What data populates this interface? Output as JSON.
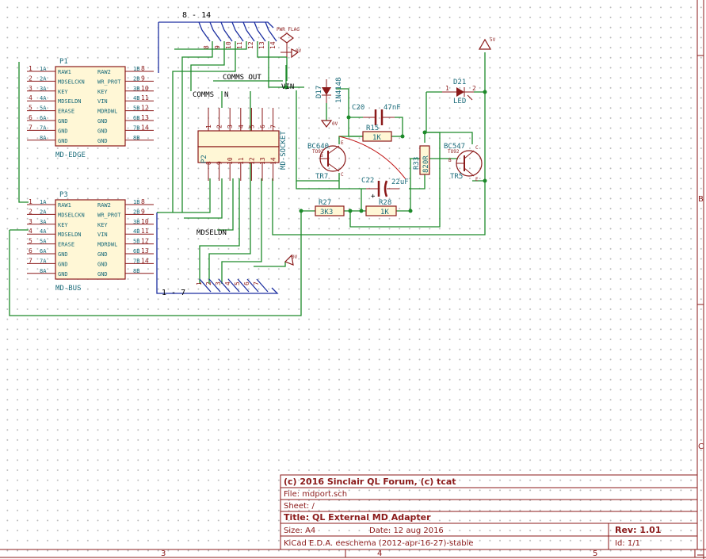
{
  "title_block": {
    "copyright": "(c) 2016 Sinclair QL Forum, (c) tcat",
    "file": "File: mdport.sch",
    "sheet": "Sheet: /",
    "title": "Title: QL External MD Adapter",
    "size": "Size: A4",
    "date": "Date: 12 aug 2016",
    "rev": "Rev: 1.01",
    "tool": "KiCad E.D.A.  eeschema (2012-apr-16-27)-stable",
    "id": "Id: 1/1"
  },
  "border": {
    "col_labels": [
      "3",
      "4",
      "5"
    ],
    "row_labels": [
      "B",
      "C"
    ]
  },
  "connectors": {
    "p1": {
      "ref": "P1",
      "value": "MD-EDGE"
    },
    "p3": {
      "ref": "P3",
      "value": "MD-BUS"
    },
    "left_pin_numbers": [
      "1",
      "2",
      "3",
      "4",
      "5",
      "6",
      "7"
    ],
    "left_pin_letters": [
      "1A",
      "2A",
      "3A",
      "4A",
      "5A",
      "6A",
      "7A",
      "8A"
    ],
    "left_pin_names": [
      "RAW1",
      "MDSELCKN",
      "KEY",
      "MDSELDN",
      "ERASE",
      "GND",
      "GND",
      "GND"
    ],
    "right_pin_names": [
      "RAW2",
      "WR_PROT",
      "KEY",
      "VIN",
      "MDRDWL",
      "GND",
      "GND",
      "GND"
    ],
    "right_pin_letters": [
      "1B",
      "2B",
      "3B",
      "4B",
      "5B",
      "6B",
      "7B",
      "8B"
    ],
    "right_pin_numbers": [
      "8",
      "9",
      "10",
      "11",
      "12",
      "13",
      "14"
    ]
  },
  "socket": {
    "ref": "P2",
    "value": "MD-SOCKET",
    "top_pins": [
      "1",
      "2",
      "3",
      "4",
      "5",
      "6",
      "7"
    ],
    "bottom_pins": [
      "8",
      "9",
      "10",
      "11",
      "12",
      "13",
      "14"
    ]
  },
  "bus_labels": {
    "upper": "8 - 14",
    "lower": "1 - 7",
    "upper_entries": [
      "8",
      "9",
      "10",
      "11",
      "12",
      "13",
      "14"
    ],
    "lower_entries": [
      "1",
      "2",
      "3",
      "4",
      "5",
      "6",
      "7"
    ]
  },
  "net_labels": {
    "comms_out": "COMMS OUT",
    "comms": "COMMS",
    "n": "N",
    "vin": "VIN",
    "mdseldn": "MDSELDN"
  },
  "power": {
    "pwr_flag": "PWR_FLAG",
    "vcc": "5V",
    "gnd": "0V"
  },
  "components": {
    "d17": {
      "ref": "D17",
      "value": "1N4148"
    },
    "d21": {
      "ref": "D21",
      "value": "LED",
      "pin1": "1",
      "pin2": "2"
    },
    "c20": {
      "ref": "C20",
      "value": "47nF"
    },
    "c22": {
      "ref": "C22",
      "value": "22uF"
    },
    "r15": {
      "ref": "R15",
      "value": "1K"
    },
    "r27": {
      "ref": "R27",
      "value": "3K3"
    },
    "r28": {
      "ref": "R28",
      "value": "1K"
    },
    "r33": {
      "ref": "R33",
      "value": "820R"
    },
    "tr7": {
      "ref": "TR7",
      "value": "BC640",
      "package": "TO92",
      "pins": [
        "E",
        "B",
        "C"
      ]
    },
    "tr5": {
      "ref": "TR5",
      "value": "BC547",
      "package": "TO92",
      "pins": [
        "C",
        "B",
        "E"
      ]
    }
  }
}
